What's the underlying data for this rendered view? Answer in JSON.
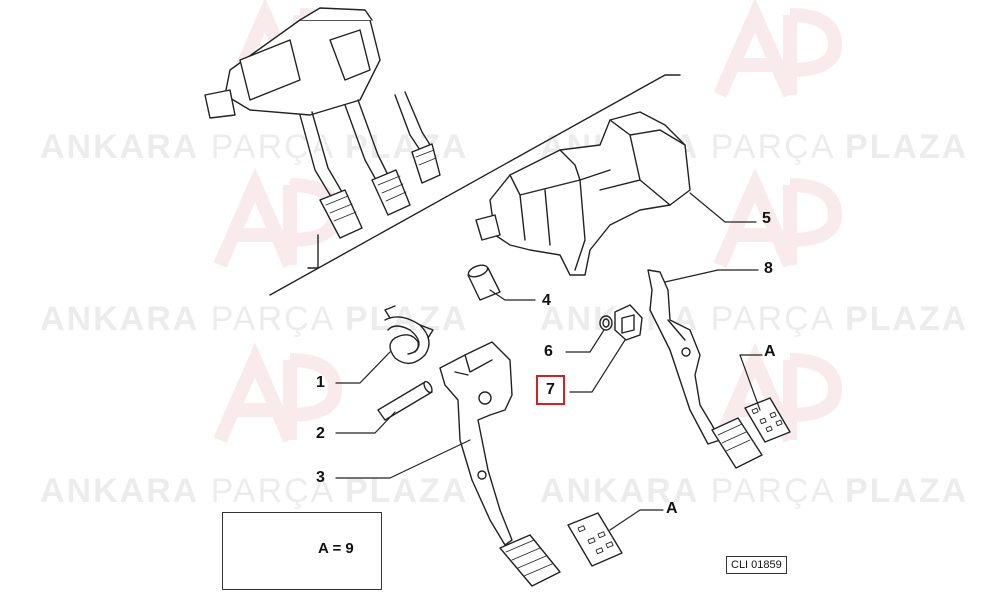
{
  "watermark": {
    "brand_word1": "ANKARA",
    "brand_word2": "PARÇA",
    "brand_word3": "PLAZA"
  },
  "callouts": {
    "c1": "1",
    "c2": "2",
    "c3": "3",
    "c4": "4",
    "c5": "5",
    "c6": "6",
    "c7": "7",
    "c8": "8",
    "cA_top": "A",
    "cA_bottom": "A"
  },
  "highlight_color": "#d0202a",
  "legend": {
    "text": "A = 9"
  },
  "reference_code": "CLI 01859"
}
